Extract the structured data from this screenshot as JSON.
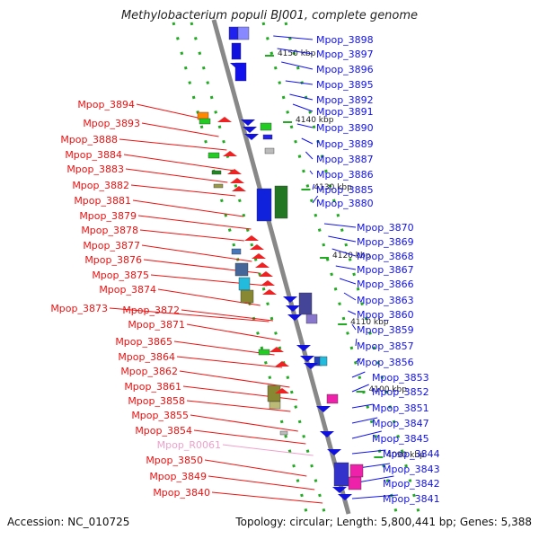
{
  "title": "Methylobacterium populi BJ001, complete genome",
  "footer": {
    "accession": "Accession: NC_010725",
    "summary": "Topology: circular; Length: 5,800,441 bp; Genes: 5,388"
  },
  "kbp_ticks": [
    "4150 kbp",
    "4140 kbp",
    "4130 kbp",
    "4120 kbp",
    "4110 kbp",
    "4100 kbp",
    "4090 kbp"
  ],
  "colors": {
    "left_label": "#ee1111",
    "right_label": "#1111ee",
    "rna_label": "#f0a0cc",
    "backbone": "#888888",
    "tick": "#22aa22"
  },
  "right_labels": [
    "Mpop_3898",
    "Mpop_3897",
    "Mpop_3896",
    "Mpop_3895",
    "Mpop_3892",
    "Mpop_3891",
    "Mpop_3890",
    "Mpop_3889",
    "Mpop_3887",
    "Mpop_3886",
    "Mpop_3885",
    "Mpop_3880",
    "Mpop_3870",
    "Mpop_3869",
    "Mpop_3868",
    "Mpop_3867",
    "Mpop_3866",
    "Mpop_3863",
    "Mpop_3860",
    "Mpop_3859",
    "Mpop_3857",
    "Mpop_3856",
    "Mpop_3853",
    "Mpop_3852",
    "Mpop_3851",
    "Mpop_3847",
    "Mpop_3845",
    "Mpop_3844",
    "Mpop_3843",
    "Mpop_3842",
    "Mpop_3841"
  ],
  "left_labels": [
    "Mpop_3894",
    "Mpop_3893",
    "Mpop_3888",
    "Mpop_3884",
    "Mpop_3883",
    "Mpop_3882",
    "Mpop_3881",
    "Mpop_3879",
    "Mpop_3878",
    "Mpop_3877",
    "Mpop_3876",
    "Mpop_3875",
    "Mpop_3874",
    "Mpop_3873",
    "Mpop_3872",
    "Mpop_3871",
    "Mpop_3865",
    "Mpop_3864",
    "Mpop_3862",
    "Mpop_3861",
    "Mpop_3858",
    "Mpop_3855",
    "Mpop_3854",
    "Mpop_R0061",
    "Mpop_3850",
    "Mpop_3849",
    "Mpop_3840"
  ]
}
